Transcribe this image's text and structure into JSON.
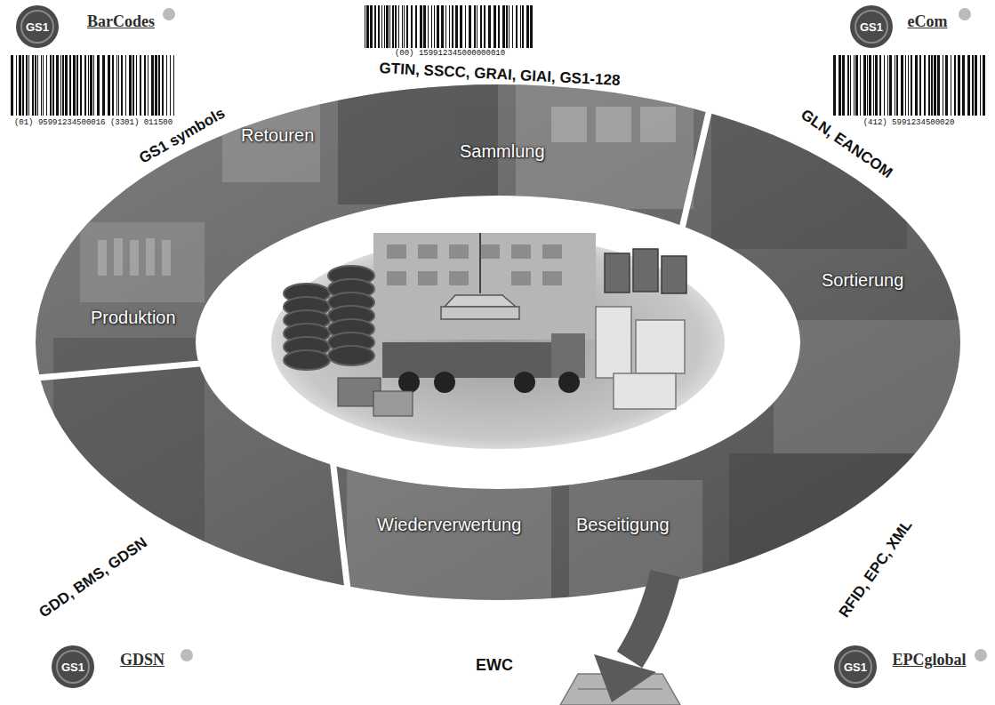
{
  "diagram": {
    "nodes": [
      {
        "text": [
          "Produktion"
        ]
      },
      {
        "text": [
          "Retouren"
        ]
      },
      {
        "text": [
          "Sammlung"
        ]
      },
      {
        "text": [
          "Sortierung"
        ]
      },
      {
        "text": [
          "Beseitigung"
        ]
      },
      {
        "text": [
          "Wiederverwertung"
        ]
      }
    ],
    "labels": [
      "GS1",
      "BarCodes",
      "(01) 95991234500016 (3301) 011500",
      "(00) 159912345000000010",
      "GTIN, SSCC, GRAI, GIAI, GS1-128",
      "GS1",
      "eCom",
      "(412) 5991234500020",
      "GS1 symbols",
      "GLN, EANCOM",
      "GDD, BMS, GDSN",
      "RFID, EPC, XML",
      "EWC",
      "GS1",
      "GDSN",
      "GS1",
      "EPCglobal"
    ]
  }
}
